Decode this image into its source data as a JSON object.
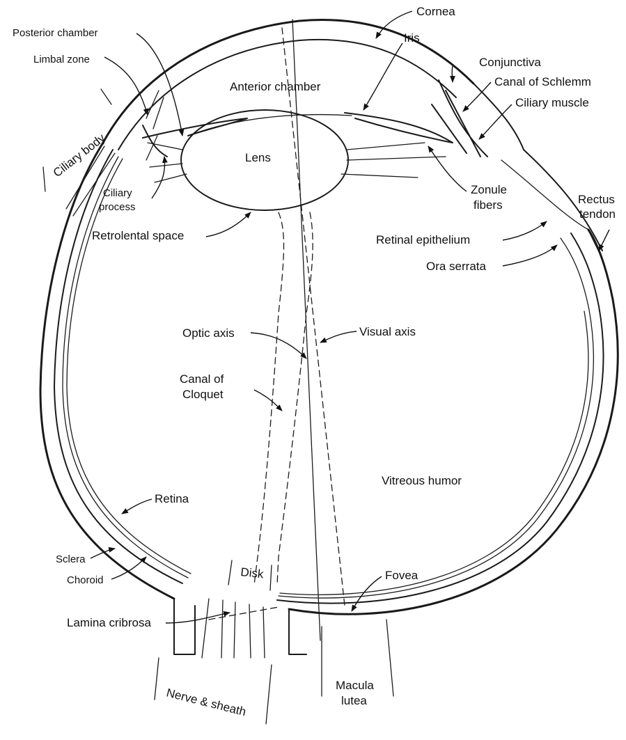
{
  "labels": {
    "cornea": "Cornea",
    "posterior_chamber": "Posterior chamber",
    "iris": "Iris",
    "limbal_zone": "Limbal zone",
    "conjunctiva": "Conjunctiva",
    "anterior_chamber": "Anterior chamber",
    "canal_of_schlemm": "Canal of Schlemm",
    "ciliary_muscle": "Ciliary muscle",
    "ciliary_body": "Ciliary body",
    "lens": "Lens",
    "ciliary_process_1": "Ciliary",
    "ciliary_process_2": "process",
    "zonule_fibers_1": "Zonule",
    "zonule_fibers_2": "fibers",
    "rectus_tendon_1": "Rectus",
    "rectus_tendon_2": "tendon",
    "retrolental_space": "Retrolental space",
    "retinal_epithelium": "Retinal epithelium",
    "ora_serrata": "Ora serrata",
    "optic_axis": "Optic axis",
    "visual_axis": "Visual axis",
    "canal_of_cloquet_1": "Canal of",
    "canal_of_cloquet_2": "Cloquet",
    "vitreous_humor": "Vitreous humor",
    "retina": "Retina",
    "sclera": "Sclera",
    "choroid": "Choroid",
    "disk": "Disk",
    "fovea": "Fovea",
    "lamina_cribrosa": "Lamina cribrosa",
    "macula_lutea_1": "Macula",
    "macula_lutea_2": "lutea",
    "nerve_sheath": "Nerve & sheath"
  },
  "style": {
    "ink_color": "#1a1a1a",
    "background": "#ffffff"
  }
}
